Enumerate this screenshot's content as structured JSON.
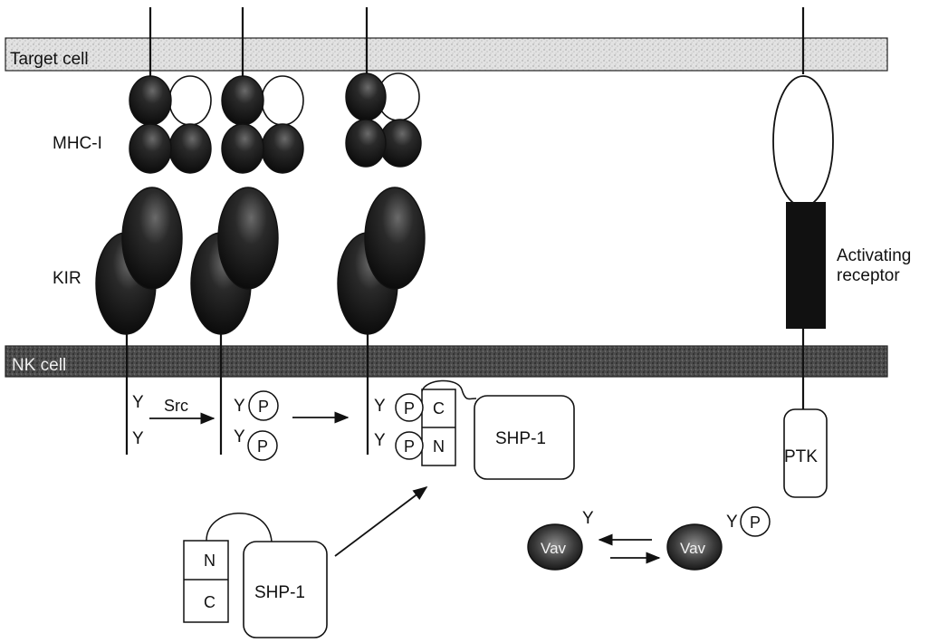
{
  "membranes": {
    "target": "Target cell",
    "nk": "NK cell"
  },
  "labels": {
    "mhc": "MHC-I",
    "kir": "KIR",
    "activating_line1": "Activating",
    "activating_line2": "receptor",
    "src": "Src",
    "ptk": "PTK"
  },
  "residues": {
    "tyrosine": "Y",
    "phospho": "P"
  },
  "shp1": {
    "name": "SHP-1",
    "n_domain": "N",
    "c_domain": "C"
  },
  "vav": "Vav",
  "colors": {
    "membrane_target": "#dcdcdc",
    "membrane_nk": "#5a5a5a",
    "dark_protein": "#151515",
    "ink": "#111111"
  }
}
